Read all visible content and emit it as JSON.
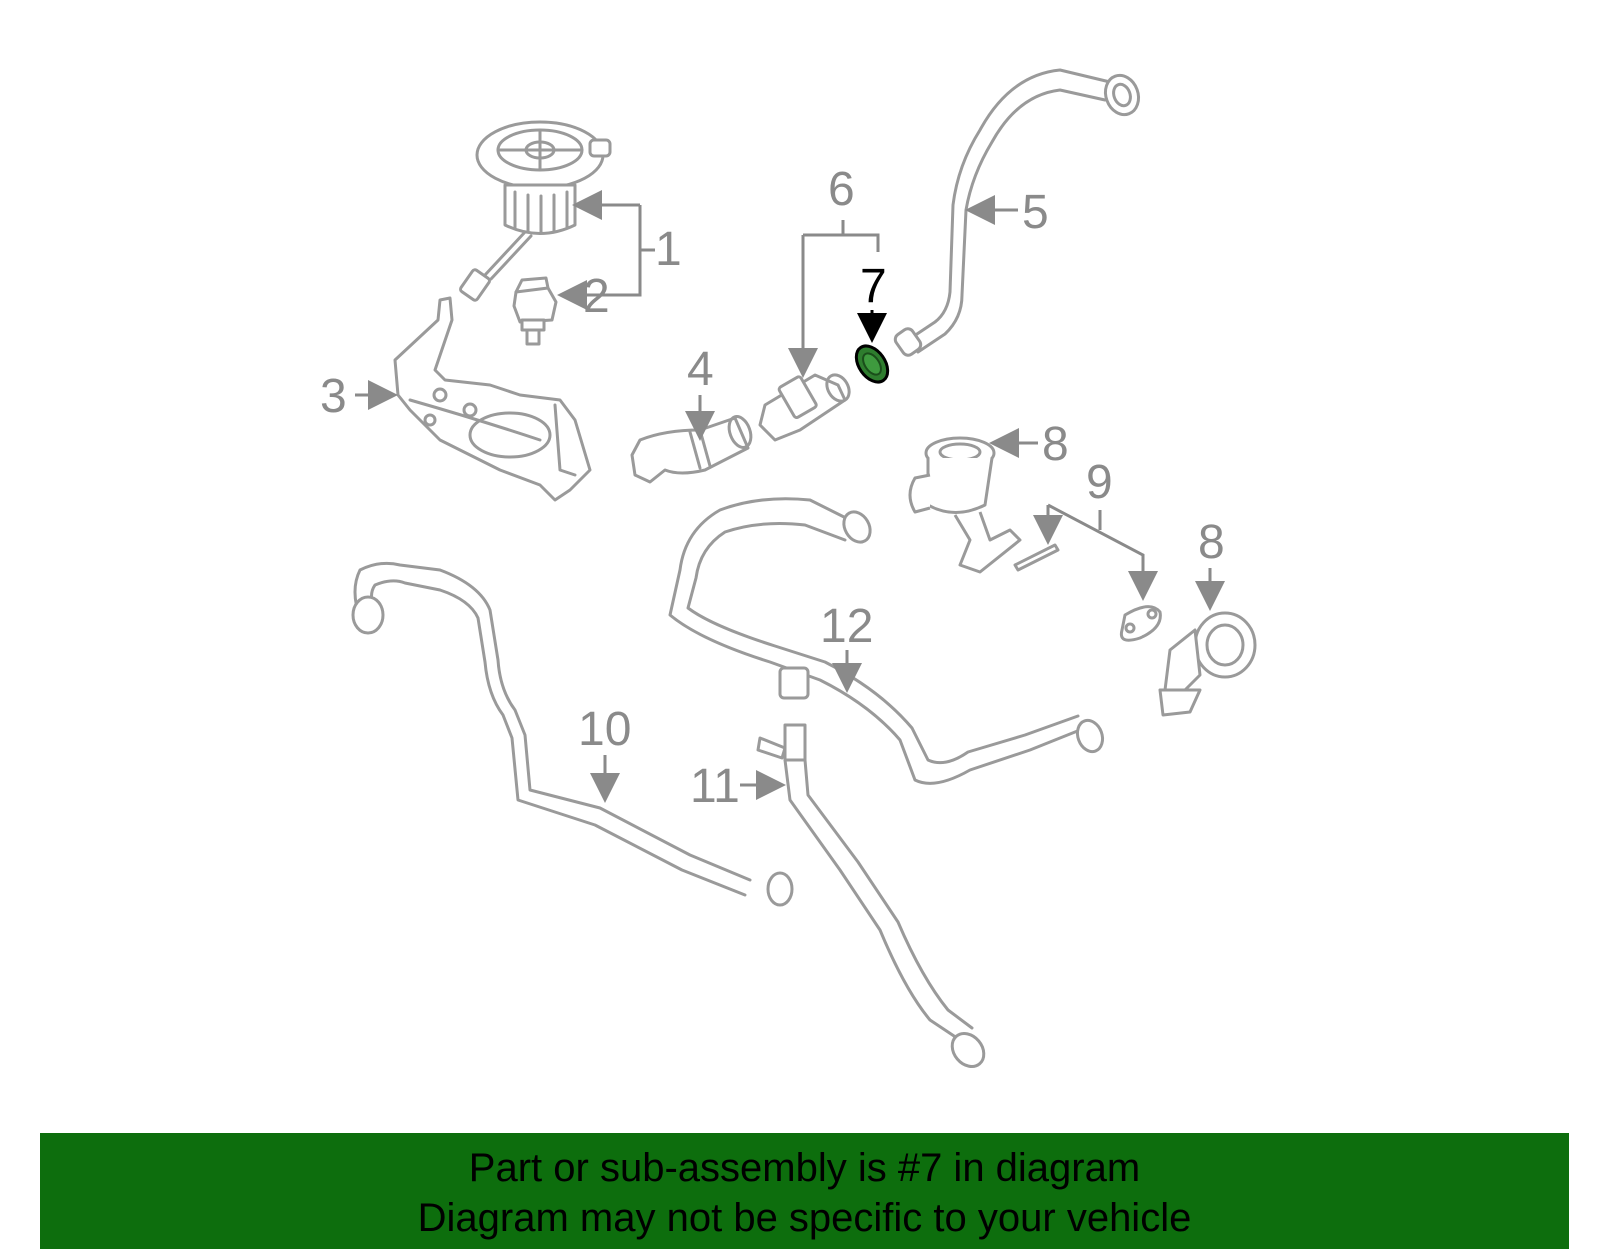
{
  "diagram": {
    "callouts": [
      {
        "id": "1",
        "label": "1"
      },
      {
        "id": "2",
        "label": "2"
      },
      {
        "id": "3",
        "label": "3"
      },
      {
        "id": "4",
        "label": "4"
      },
      {
        "id": "5",
        "label": "5"
      },
      {
        "id": "6",
        "label": "6"
      },
      {
        "id": "7",
        "label": "7"
      },
      {
        "id": "8a",
        "label": "8"
      },
      {
        "id": "8b",
        "label": "8"
      },
      {
        "id": "9",
        "label": "9"
      },
      {
        "id": "10",
        "label": "10"
      },
      {
        "id": "11",
        "label": "11"
      },
      {
        "id": "12",
        "label": "12"
      }
    ],
    "highlighted_part": "7",
    "colors": {
      "line_art": "#9a9a9a",
      "highlight_part": "#2e7d2e",
      "banner": "#0d6e0d"
    }
  },
  "banner": {
    "line1": "Part or sub-assembly is #7 in diagram",
    "line2": "Diagram may not be specific to your vehicle"
  }
}
